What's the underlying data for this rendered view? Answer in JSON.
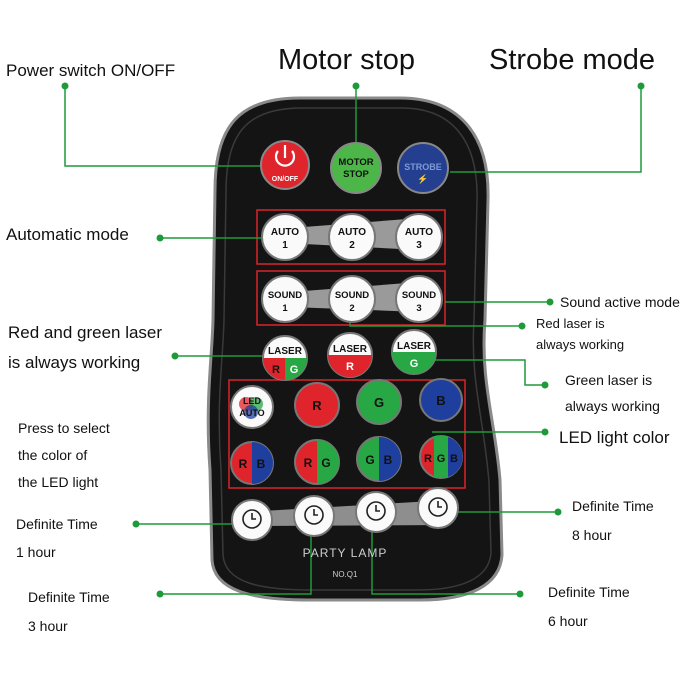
{
  "callouts": {
    "power": "Power switch ON/OFF",
    "motor_stop": "Motor stop",
    "strobe_mode": "Strobe mode",
    "automatic_mode": "Automatic mode",
    "sound_active": "Sound active mode",
    "red_green_laser_1": "Red and green laser",
    "red_green_laser_2": "is always working",
    "red_laser_1": "Red laser is",
    "red_laser_2": "always working",
    "green_laser_1": "Green laser is",
    "green_laser_2": "always working",
    "press_select_1": "Press to select",
    "press_select_2": "the color of",
    "press_select_3": "the LED light",
    "led_color": "LED light color",
    "time1_a": "Definite Time",
    "time1_b": "1 hour",
    "time3_a": "Definite Time",
    "time3_b": "3 hour",
    "time6_a": "Definite Time",
    "time6_b": "6 hour",
    "time8_a": "Definite Time",
    "time8_b": "8 hour"
  },
  "remote": {
    "on_off": "ON/OFF",
    "motor_1": "MOTOR",
    "motor_2": "STOP",
    "strobe": "STROBE",
    "auto": "AUTO",
    "auto1": "1",
    "auto2": "2",
    "auto3": "3",
    "sound": "SOUND",
    "sound1": "1",
    "sound2": "2",
    "sound3": "3",
    "laser": "LASER",
    "r": "R",
    "g": "G",
    "b": "B",
    "led": "LED",
    "led_auto": "AUTO",
    "brand": "PARTY LAMP",
    "model": "NO.Q1"
  },
  "colors": {
    "callout_line": "#1f9a3a",
    "highlight_box": "#d9232a",
    "remote_body": "#141414",
    "red": "#e0242b",
    "green": "#28a745",
    "blue": "#1e3f9e"
  }
}
